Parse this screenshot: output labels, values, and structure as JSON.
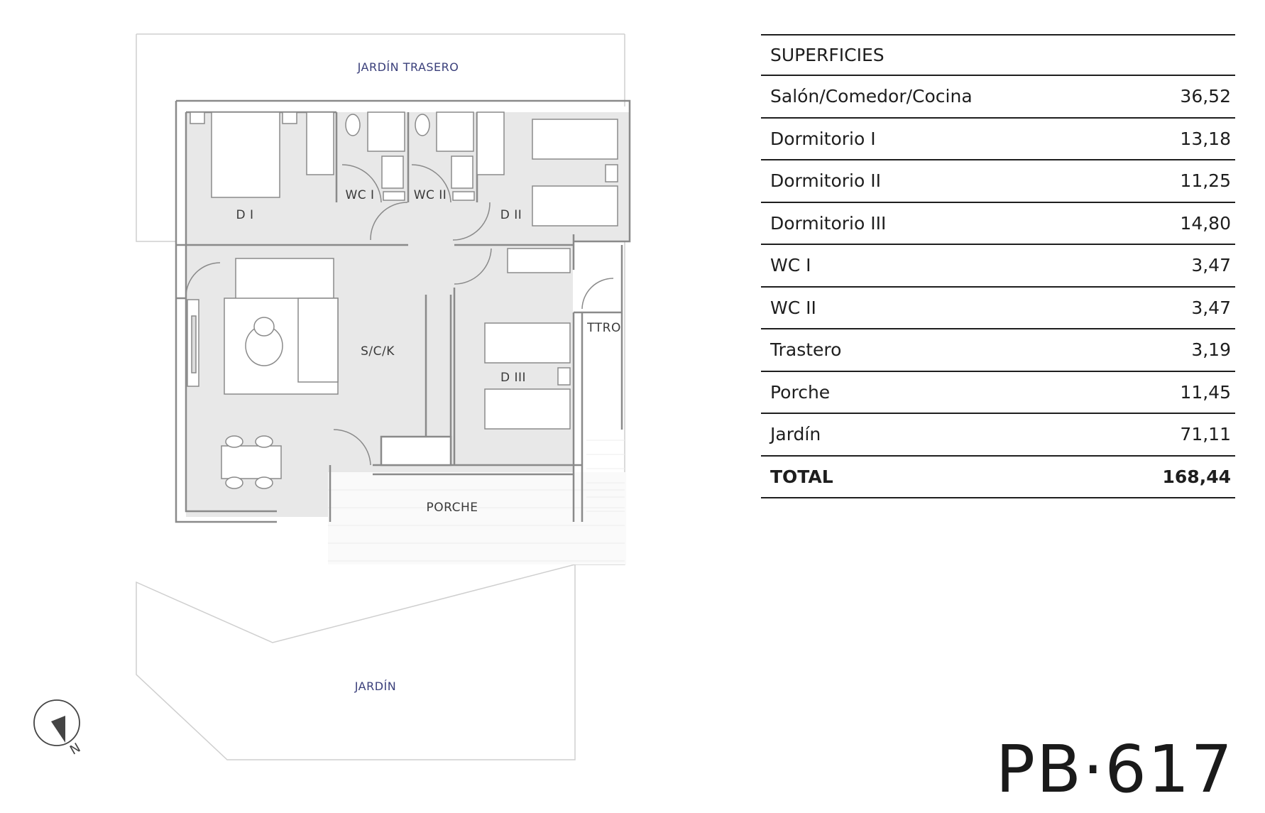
{
  "plan": {
    "labels": {
      "garden_back": "JARDÍN TRASERO",
      "garden": "JARDÍN",
      "d1": "D I",
      "d2": "D II",
      "d3": "D III",
      "wc1": "WC I",
      "wc2": "WC II",
      "living": "S/C/K",
      "storage": "TTRO",
      "porch": "PORCHE"
    },
    "compass_letter": "N"
  },
  "table": {
    "header": "SUPERFICIES",
    "rows": [
      {
        "label": "Salón/Comedor/Cocina",
        "value": "36,52"
      },
      {
        "label": "Dormitorio I",
        "value": "13,18"
      },
      {
        "label": "Dormitorio II",
        "value": "11,25"
      },
      {
        "label": "Dormitorio III",
        "value": "14,80"
      },
      {
        "label": "WC I",
        "value": "3,47"
      },
      {
        "label": "WC II",
        "value": "3,47"
      },
      {
        "label": "Trastero",
        "value": "3,19"
      },
      {
        "label": "Porche",
        "value": "11,45"
      },
      {
        "label": "Jardín",
        "value": "71,11"
      }
    ],
    "total": {
      "label": "TOTAL",
      "value": "168,44"
    }
  },
  "plan_code": "PB·617",
  "colors": {
    "floor": "#e9e9e9",
    "wall": "#8c8c8c",
    "text": "#1e1e1e",
    "garden_label": "#3a3f7a"
  }
}
